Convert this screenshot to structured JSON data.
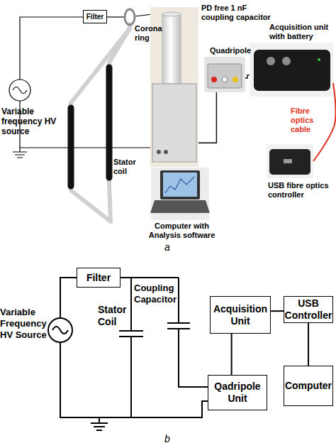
{
  "diagram": {
    "nodes": [
      {
        "text": [
          "Filter"
        ]
      },
      {
        "text": [
          "PD free 1 nF coupling capacitor"
        ]
      },
      {
        "text": [
          "Quadripole"
        ]
      },
      {
        "text": [
          "Acquisition unit with battery"
        ]
      },
      {
        "text": [
          "USB fibre optics controller"
        ]
      },
      {
        "text": [
          "Computer with Analysis software"
        ]
      },
      {
        "text": [
          "Filter"
        ]
      },
      {
        "text": [
          "Acquisition Unit"
        ]
      },
      {
        "text": [
          "USB Controller"
        ]
      },
      {
        "text": [
          "Qadripole Unit"
        ]
      },
      {
        "text": [
          "Computer"
        ]
      }
    ],
    "edges": [
      {
        "from": 1,
        "to": 2,
        "arrow": "none"
      },
      {
        "from": 2,
        "to": 3,
        "arrow": "none"
      },
      {
        "from": 3,
        "to": 4,
        "arrow": "none"
      },
      {
        "from": 7,
        "to": 8,
        "arrow": "none"
      },
      {
        "from": 9,
        "to": 7,
        "arrow": "none"
      },
      {
        "from": 8,
        "to": 10,
        "arrow": "none"
      }
    ],
    "labels": [
      "Corona ring",
      "Variable frequency HV source",
      "Stator coil",
      "Fibre optics cable",
      "a",
      "Variable Frequency HV Source",
      "Stator Coil",
      "Coupling Capacitor",
      "b"
    ]
  }
}
